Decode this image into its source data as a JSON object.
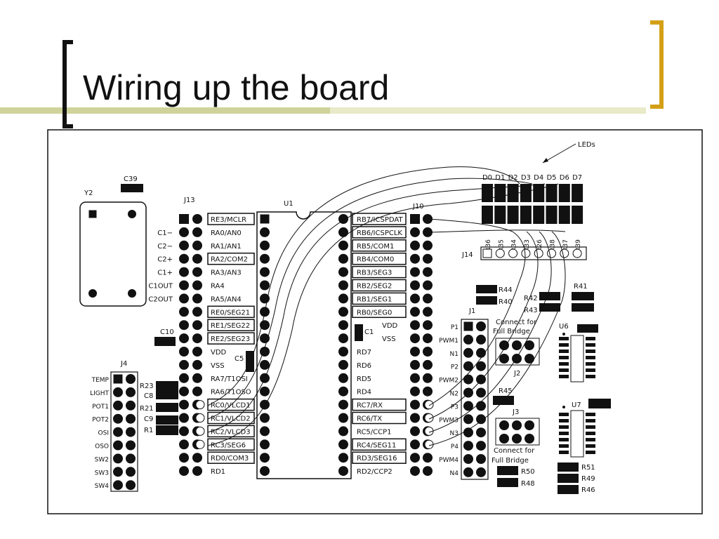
{
  "slide": {
    "title": "Wiring up the board",
    "accent_color": "#d4a017",
    "rule_color": "#c8cc8a"
  },
  "callout": {
    "label": "LEDs"
  },
  "components": {
    "Y2": "Y2",
    "C39": "C39",
    "J13": "J13",
    "U1": "U1",
    "J10": "J10",
    "C10": "C10",
    "C5": "C5",
    "C1": "C1",
    "J4": "J4",
    "J14": "J14",
    "J1": "J1",
    "J2": "J2",
    "J3": "J3",
    "U6": "U6",
    "U7": "U7",
    "R44": "R44",
    "R40": "R40",
    "R42": "R42",
    "R43": "R43",
    "R41": "R41",
    "R45": "R45",
    "R50": "R50",
    "R48": "R48",
    "R51": "R51",
    "R49": "R49",
    "R46": "R46",
    "R23": "R23",
    "C8": "C8",
    "R21": "R21",
    "C9": "C9",
    "R1": "R1"
  },
  "j13_left_labels": [
    "",
    "C1−",
    "C2−",
    "C2+",
    "C1+",
    "C1OUT",
    "C2OUT"
  ],
  "u1_left_labels": [
    "RE3/MCLR",
    "RA0/AN0",
    "RA1/AN1",
    "RA2/COM2",
    "RA3/AN3",
    "RA4",
    "RA5/AN4",
    "RE0/SEG21",
    "RE1/SEG22",
    "RE2/SEG23",
    "VDD",
    "VSS",
    "RA7/T1OSI",
    "RA6/T1OSO",
    "RC0/VLCD1",
    "RC1/VLCD2",
    "RC2/VLCD3",
    "RC3/SEG6",
    "RD0/COM3",
    "RD1"
  ],
  "u1_right_labels": [
    "RB7/ICSPDAT",
    "RB6/ICSPCLK",
    "RB5/COM1",
    "RB4/COM0",
    "RB3/SEG3",
    "RB2/SEG2",
    "RB1/SEG1",
    "RB0/SEG0",
    "VDD",
    "VSS",
    "RD7",
    "RD6",
    "RD5",
    "RD4",
    "RC7/RX",
    "RC6/TX",
    "RC5/CCP1",
    "RC4/SEG11",
    "RD3/SEG16",
    "RD2/CCP2"
  ],
  "j4_labels": [
    "TEMP",
    "LIGHT",
    "POT1",
    "POT2",
    "OSI",
    "OSO",
    "SW2",
    "SW3",
    "SW4"
  ],
  "j1_labels": [
    "P1",
    "PWM1",
    "N1",
    "P2",
    "PWM2",
    "N2",
    "P3",
    "PWM3",
    "N3",
    "P4",
    "PWM4",
    "N4"
  ],
  "led_labels": [
    "D0",
    "D1",
    "D2",
    "D3",
    "D4",
    "D5",
    "D6",
    "D7"
  ],
  "led_resistors": [
    "R36",
    "R35",
    "R34",
    "R33",
    "R26",
    "R38",
    "R37",
    "R39"
  ],
  "notes": {
    "bridge_1": [
      "Connect for",
      "Full Bridge"
    ],
    "bridge_2": [
      "Connect for",
      "Full Bridge"
    ]
  }
}
